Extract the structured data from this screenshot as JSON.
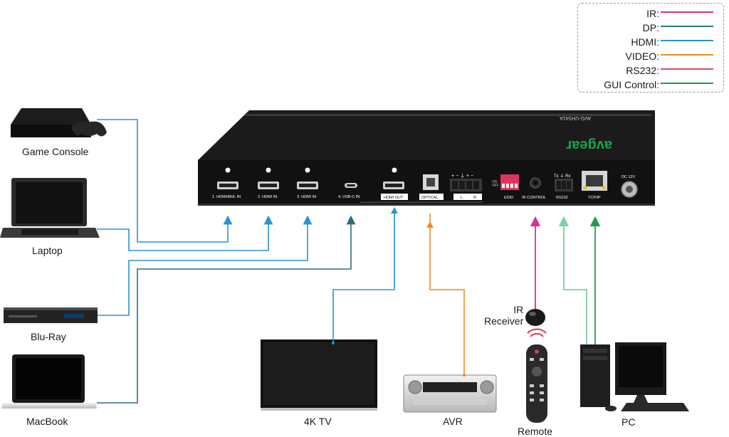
{
  "legend": {
    "items": [
      {
        "label": "IR:",
        "color": "#d6338c"
      },
      {
        "label": "DP:",
        "color": "#2a7a7a"
      },
      {
        "label": "HDMI:",
        "color": "#2a93d5"
      },
      {
        "label": "VIDEO:",
        "color": "#f08a24"
      },
      {
        "label": "RS232:",
        "color": "#e0455b"
      },
      {
        "label": "GUI Control:",
        "color": "#1a9e50"
      }
    ]
  },
  "devices": {
    "game_console": "Game Console",
    "laptop": "Laptop",
    "bluray": "Blu-Ray",
    "macbook": "MacBook",
    "tv": "4K TV",
    "avr": "AVR",
    "remote": "Remote",
    "pc": "PC",
    "ir_receiver": "IR\nReceiver"
  },
  "unit": {
    "brand": "avgear",
    "model": "AVG-UHS41A",
    "ports": {
      "hdmi1": "1. HDMI/MHL IN",
      "hdmi2": "2. HDMI IN",
      "hdmi3": "3. HDMI IN",
      "usbc": "4. USB-C IN",
      "hdmi_out": "HDMI OUT",
      "optical": "OPTICAL",
      "audio_l": "L",
      "audio_r": "R",
      "edid": "EDID",
      "ir_control": "IR CONTROL",
      "rs232": "RS232",
      "tcpip": "TCP/IP",
      "dc": "DC 12V"
    }
  }
}
